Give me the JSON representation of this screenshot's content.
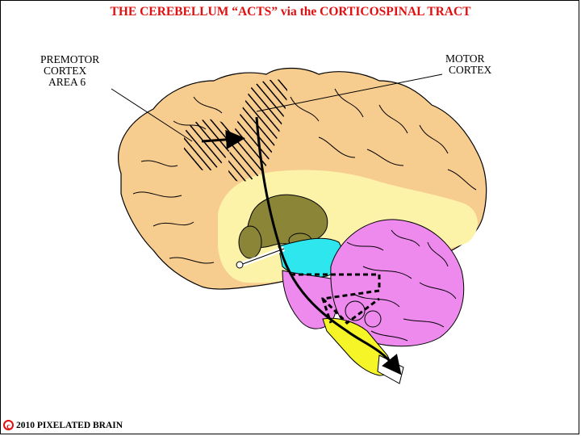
{
  "title": "THE CEREBELLUM “ACTS” via the CORTICOSPINAL TRACT",
  "labels": {
    "premotor": [
      "PREMOTOR",
      "CORTEX",
      "AREA 6"
    ],
    "motor": [
      "MOTOR",
      "CORTEX"
    ]
  },
  "copyright": {
    "symbol": "c",
    "text": "2010  PIXELATED BRAIN"
  },
  "colors": {
    "title": "#e01010",
    "cortex": "#f7cc8f",
    "white_matter": "#fdf3a8",
    "thalamus": "#8b8538",
    "midbrain": "#2ee6ee",
    "pons_cerebellum": "#ee8aee",
    "medulla": "#f5f528"
  }
}
